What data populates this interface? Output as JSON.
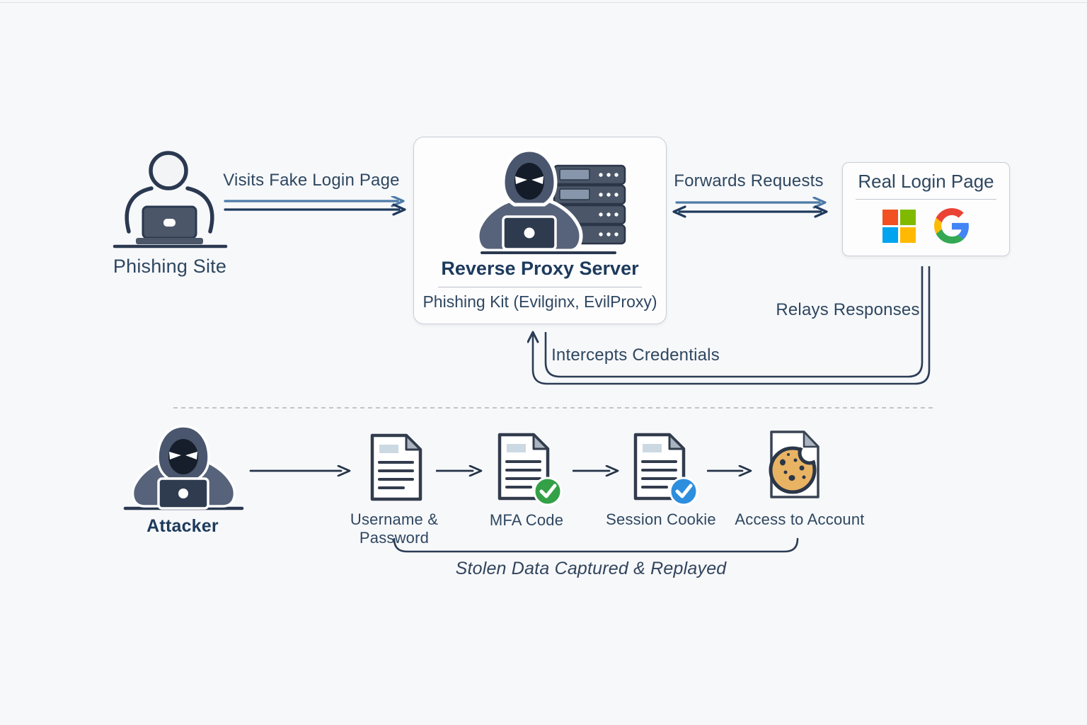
{
  "palette": {
    "background": "#f7f8fa",
    "text": "#2e4760",
    "title_bold": "#1d3a5c",
    "arrow_dark": "#1f3a5c",
    "arrow_light": "#4d7aa6",
    "line": "#2b3c55",
    "icon_dark": "#2a3950",
    "icon_slate": "#4b5769",
    "icon_body": "#57637a",
    "doc_fold": "#aab4c0",
    "doc_header": "#ccd9e3",
    "green_badge": "#34a047",
    "blue_badge": "#2e8ede",
    "cookie": "#e9b364",
    "ms_red": "#f25022",
    "ms_green": "#7fba00",
    "ms_blue": "#00a4ef",
    "ms_yellow": "#ffb900",
    "g_blue": "#4285f4",
    "g_red": "#ea4335",
    "g_yellow": "#fbbc05",
    "g_green": "#34a853"
  },
  "top_flow": {
    "phishing_site": {
      "label": "Phishing Site",
      "icon": "user-at-laptop-icon"
    },
    "visit_arrow": {
      "label": "Visits Fake Login Page"
    },
    "proxy_box": {
      "title": "Reverse Proxy Server",
      "subtitle": "Phishing Kit (Evilginx, EvilProxy)",
      "icon": "hacker-with-servers-icon"
    },
    "forwards_arrow": {
      "label": "Forwards Requests"
    },
    "real_login_box": {
      "title": "Real Login Page",
      "icons": [
        "microsoft-logo",
        "google-logo"
      ]
    },
    "relays_label": "Relays Responses",
    "intercepts_label": "Intercepts Credentials"
  },
  "bottom_flow": {
    "attacker": {
      "label": "Attacker",
      "icon": "hooded-attacker-icon"
    },
    "steps": [
      {
        "label": "Username & Password",
        "icon": "document-icon",
        "badge": "none"
      },
      {
        "label": "MFA Code",
        "icon": "document-icon",
        "badge": "green-check"
      },
      {
        "label": "Session Cookie",
        "icon": "document-icon",
        "badge": "blue-check"
      },
      {
        "label": "Access to Account",
        "icon": "cookie-icon",
        "badge": "none"
      }
    ],
    "caption": "Stolen Data Captured & Replayed"
  }
}
